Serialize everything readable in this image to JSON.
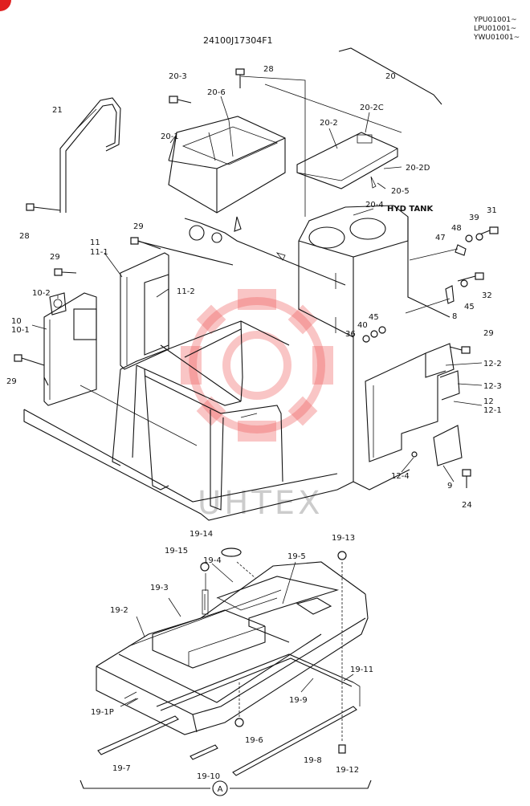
{
  "header": {
    "drawing_number": "24100J17304F1",
    "serial_ranges": [
      "YPU01001~",
      "LPU01001~",
      "YWU01001~"
    ]
  },
  "watermark": {
    "text": "UHTEX",
    "color": "#ee5a5a"
  },
  "section_marker": "A",
  "tank_label": "HYD TANK",
  "callouts": {
    "c_20": "20",
    "c_20_1": "20-1",
    "c_20_2": "20-2",
    "c_20_2c": "20-2C",
    "c_20_2d": "20-2D",
    "c_20_3": "20-3",
    "c_20_4": "20-4",
    "c_20_5": "20-5",
    "c_20_6": "20-6",
    "c_21": "21",
    "c_28a": "28",
    "c_28b": "28",
    "c_29a": "29",
    "c_29b": "29",
    "c_29c": "29",
    "c_29d": "29",
    "c_31": "31",
    "c_39": "39",
    "c_48": "48",
    "c_47": "47",
    "c_32": "32",
    "c_45a": "45",
    "c_45b": "45",
    "c_8": "8",
    "c_40": "40",
    "c_36": "36",
    "c_11": "11",
    "c_11_1": "11-1",
    "c_11_2": "11-2",
    "c_10_2": "10-2",
    "c_10": "10",
    "c_10_1": "10-1",
    "c_12_2": "12-2",
    "c_12_3": "12-3",
    "c_12": "12",
    "c_12_1": "12-1",
    "c_12_4": "12-4",
    "c_9": "9",
    "c_24": "24",
    "c_19_14": "19-14",
    "c_19_13": "19-13",
    "c_19_15": "19-15",
    "c_19_4": "19-4",
    "c_19_5": "19-5",
    "c_19_3": "19-3",
    "c_19_2": "19-2",
    "c_19_11": "19-11",
    "c_19_9": "19-9",
    "c_19_1p": "19-1P",
    "c_19_6": "19-6",
    "c_19_7": "19-7",
    "c_19_8": "19-8",
    "c_19_10": "19-10",
    "c_19_12": "19-12"
  }
}
